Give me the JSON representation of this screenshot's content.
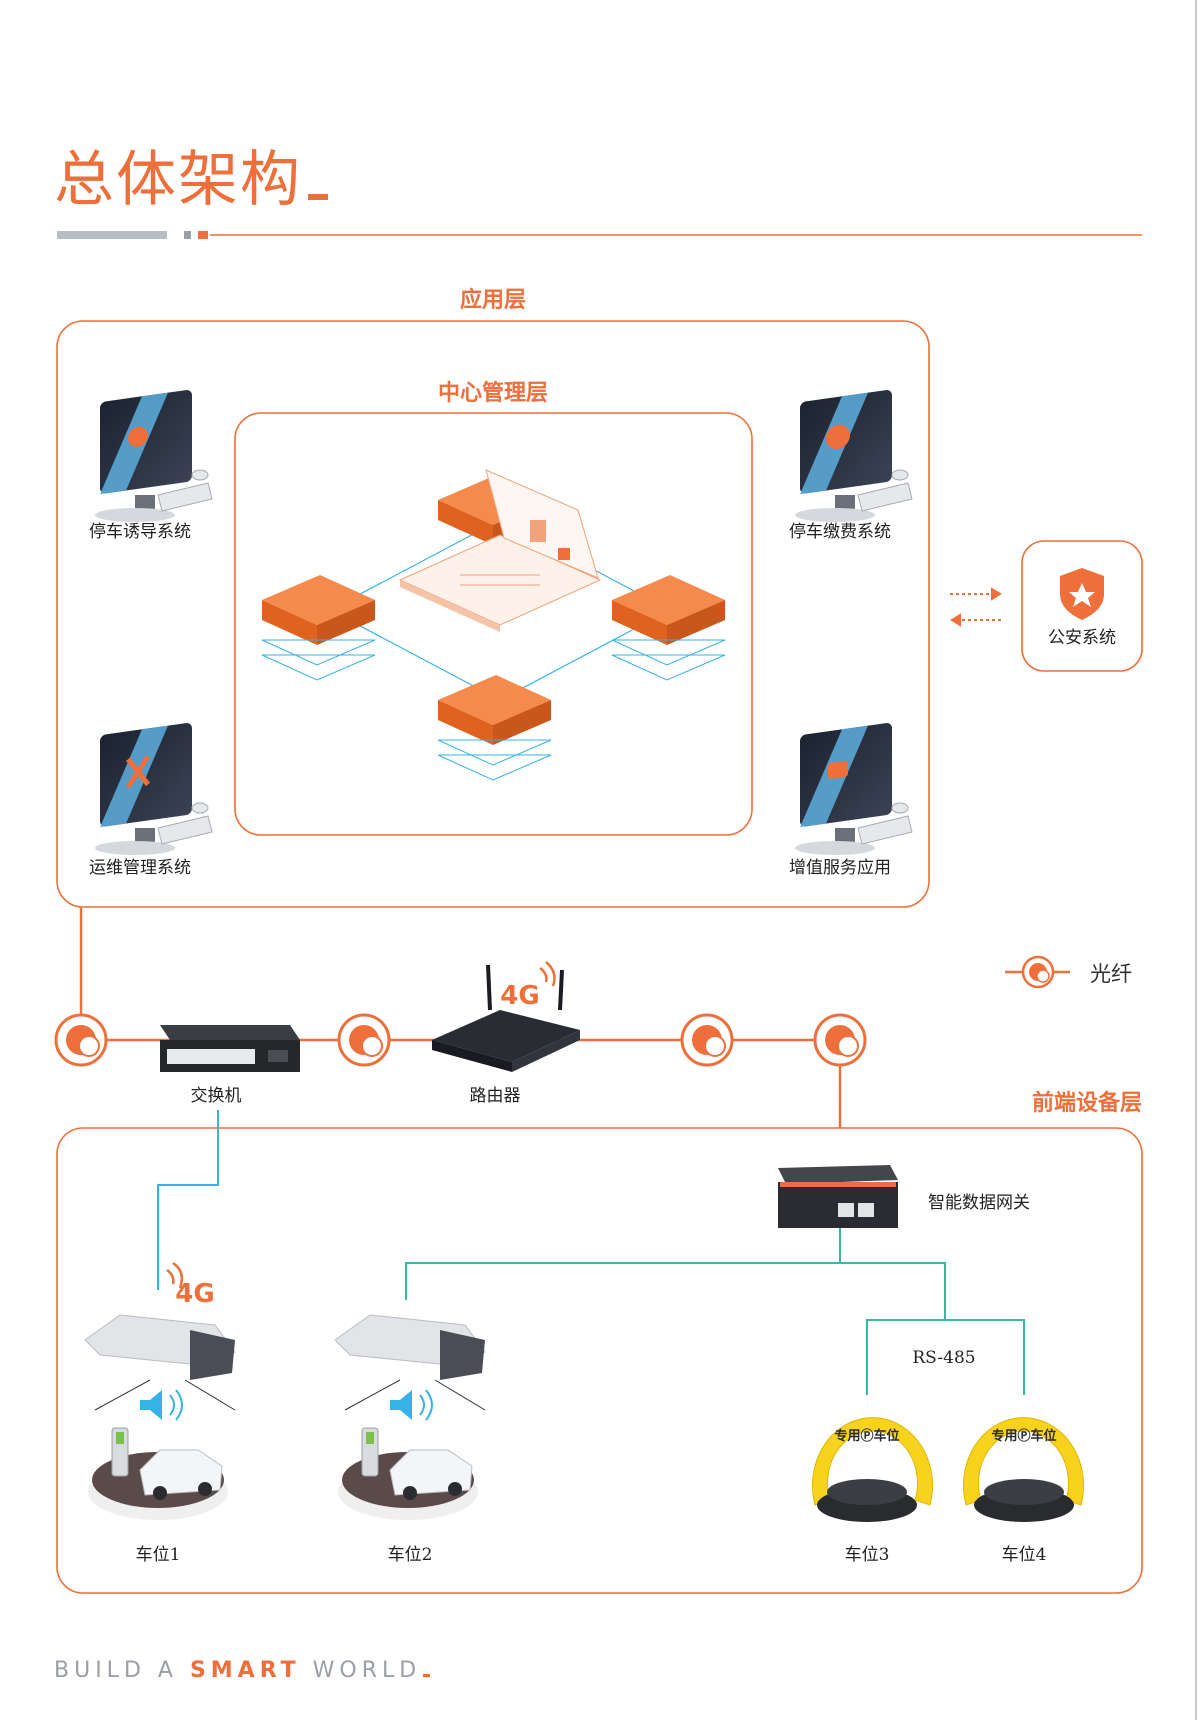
{
  "page": {
    "title": "总体架构",
    "footer": {
      "part1": "BUILD A",
      "part2": "SMART",
      "part3": "WORLD"
    }
  },
  "layers": {
    "application": "应用层",
    "center": "中心管理层",
    "frontend": "前端设备层"
  },
  "systems": {
    "guidance": "停车诱导系统",
    "payment": "停车缴费系统",
    "maintenance": "运维管理系统",
    "value_added": "增值服务应用",
    "police": "公安系统"
  },
  "network": {
    "switch": "交换机",
    "router": "路由器",
    "router_badge": "4G",
    "camera_badge": "4G",
    "gateway": "智能数据网关",
    "protocol": "RS-485",
    "legend": "光纤"
  },
  "parking": {
    "spot1": "车位1",
    "spot2": "车位2",
    "spot3": "车位3",
    "spot4": "车位4",
    "lock_text": "专用Ⓟ车位"
  },
  "colors": {
    "accent": "#ee6f39",
    "blue": "#36b3e6",
    "teal": "#38b8a8"
  }
}
